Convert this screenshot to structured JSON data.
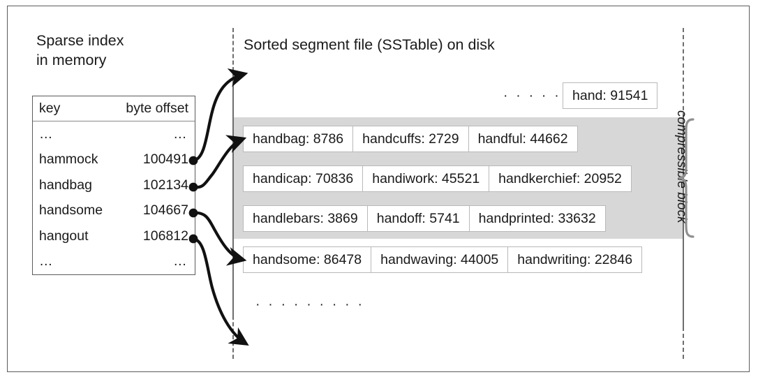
{
  "figure": {
    "left_caption": "Sparse index\nin memory",
    "right_caption": "Sorted segment file (SSTable) on disk",
    "compressible_label": "compressible block",
    "ellipsis": "…",
    "dots_row": "· · · · · · · · ·"
  },
  "index_table": {
    "columns": [
      "key",
      "byte offset"
    ],
    "rows": [
      {
        "key": "…",
        "offset": "…",
        "has_anchor": false
      },
      {
        "key": "hammock",
        "offset": "100491",
        "has_anchor": true
      },
      {
        "key": "handbag",
        "offset": "102134",
        "has_anchor": true
      },
      {
        "key": "handsome",
        "offset": "104667",
        "has_anchor": true
      },
      {
        "key": "hangout",
        "offset": "106812",
        "has_anchor": true
      },
      {
        "key": "…",
        "offset": "…",
        "has_anchor": false
      }
    ]
  },
  "segment_file": {
    "top_entry": {
      "label": "hand: 91541"
    },
    "top_dots": "· · · · · · · · ·",
    "bottom_dots": "· · · · · · · · ·",
    "compressible_rows": [
      {
        "cells": [
          "handbag: 8786",
          "handcuffs: 2729",
          "handful: 44662"
        ]
      },
      {
        "cells": [
          "handicap: 70836",
          "handiwork: 45521",
          "handkerchief: 20952"
        ]
      },
      {
        "cells": [
          "handlebars: 3869",
          "handoff: 5741",
          "handprinted: 33632"
        ]
      }
    ],
    "plain_rows": [
      {
        "cells": [
          "handsome: 86478",
          "handwaving: 44005",
          "handwriting: 22846"
        ]
      }
    ]
  },
  "colors": {
    "frame": "#5b5b5b",
    "gray_block": "#d7d7d7",
    "cell_border": "#b9b9b9",
    "rail": "#6d6d6d",
    "text": "#1a1a1a",
    "arrow": "#111111",
    "brace": "#8f8f8f"
  }
}
